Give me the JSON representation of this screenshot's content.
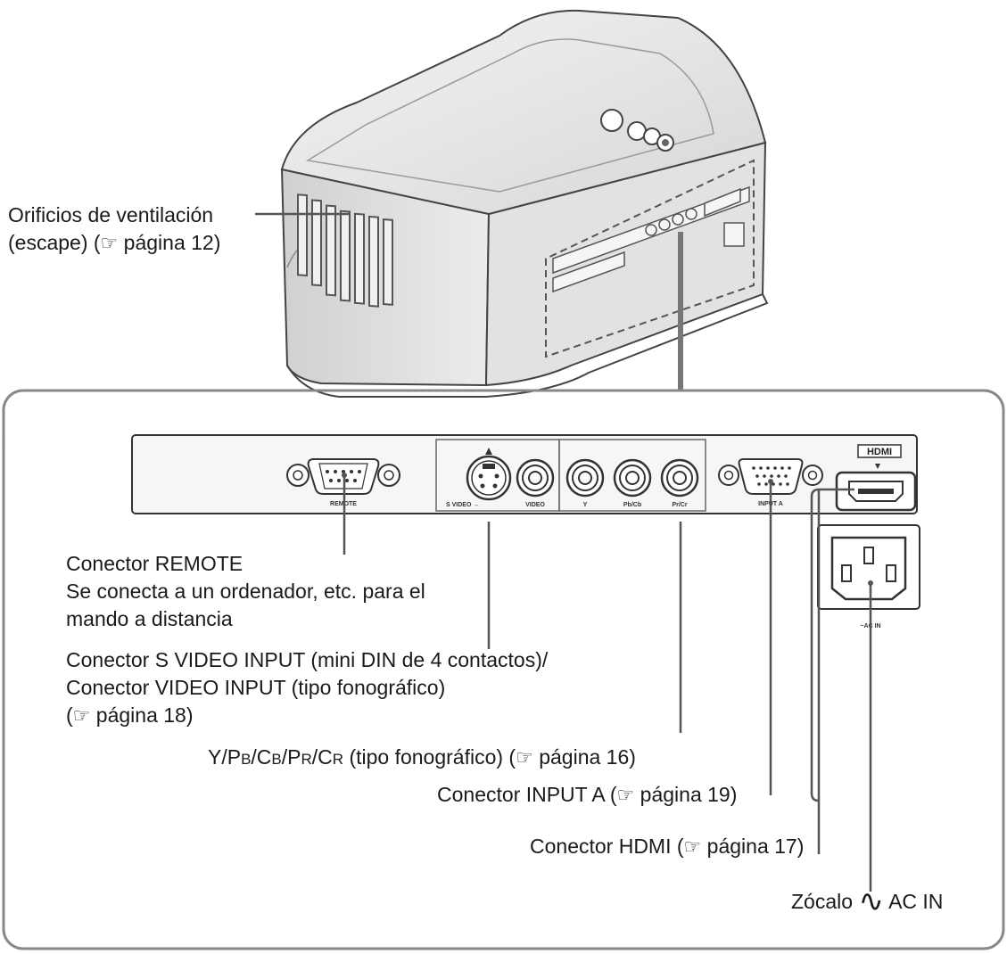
{
  "callouts": {
    "vent": {
      "line1": "Orificios de ventilación",
      "line2": "(escape) (",
      "ref_icon": "page-ref-icon",
      "ref": "página 12)"
    },
    "remote": {
      "title": "Conector REMOTE",
      "desc1": "Se conecta a un ordenador, etc. para el",
      "desc2": "mando a distancia"
    },
    "svideo": {
      "line1": "Conector S VIDEO INPUT (mini DIN de 4 contactos)/",
      "line2": "Conector VIDEO INPUT (tipo fonográfico)",
      "line3_prefix": "(",
      "ref": "página 18)"
    },
    "ypbpr": {
      "y": "Y/P",
      "b1": "B",
      "sep1": "/C",
      "b2": "B",
      "sep2": "/P",
      "r1": "R",
      "sep3": "/C",
      "r2": "R",
      "rest": " (tipo fonográfico) (",
      "ref": "página 16)"
    },
    "inputa": {
      "text": "Conector INPUT A (",
      "ref": "página 19)"
    },
    "hdmi": {
      "text": "Conector HDMI (",
      "ref": "página 17)"
    },
    "acin": {
      "prefix": "Zócalo",
      "tilde": "∿",
      "suffix": "AC IN"
    }
  },
  "panel_labels": {
    "remote": "REMOTE",
    "svideo": "S VIDEO",
    "video": "VIDEO",
    "y": "Y",
    "pbcb": "Pb/Cb",
    "prcr": "Pr/Cr",
    "inputa": "INPUT A",
    "hdmi": "HDMI",
    "acin": "~AC IN"
  },
  "colors": {
    "line": "#555555",
    "frame": "#777777",
    "ink": "#1a1a1a"
  }
}
